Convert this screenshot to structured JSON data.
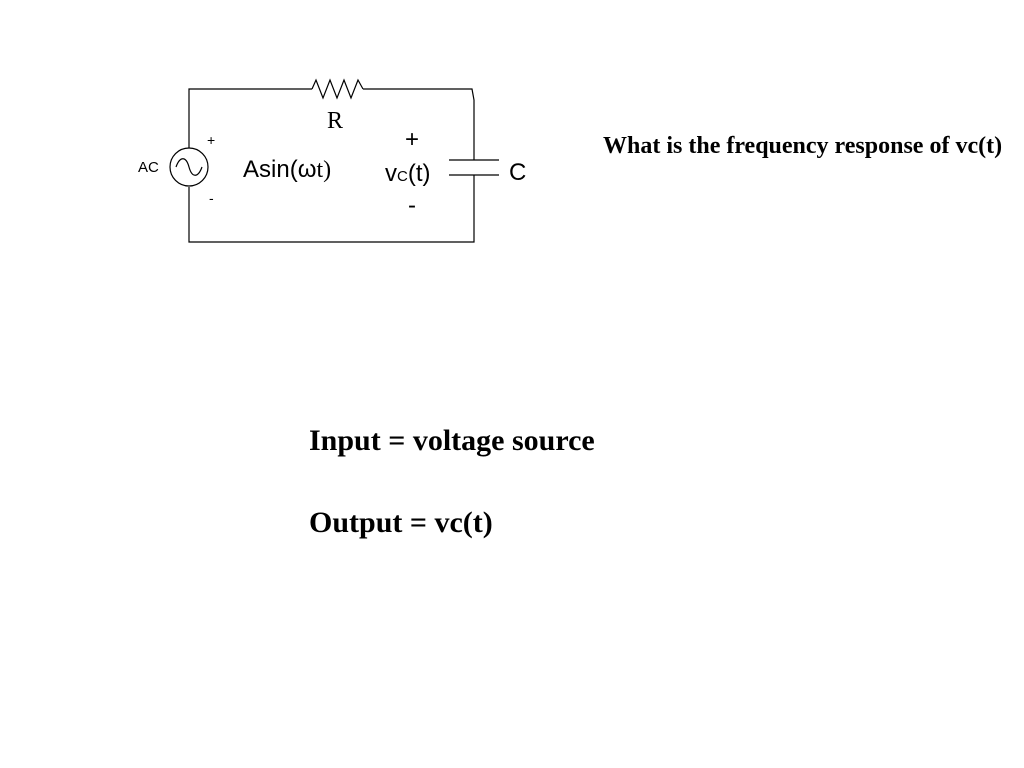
{
  "circuit": {
    "source_label": "AC",
    "source_plus": "+",
    "source_minus": "-",
    "source_expr_prefix": "Asin(",
    "source_expr_omega": "ω",
    "source_expr_t": "t)",
    "resistor_label": "R",
    "vc_plus": "+",
    "vc_var": "v",
    "vc_sub": "C",
    "vc_arg": "(t)",
    "vc_minus": "-",
    "capacitor_label": "C"
  },
  "question": "What is the frequency response of vc(t)",
  "io": {
    "input": "Input = voltage source",
    "output": "Output = vc(t)"
  }
}
